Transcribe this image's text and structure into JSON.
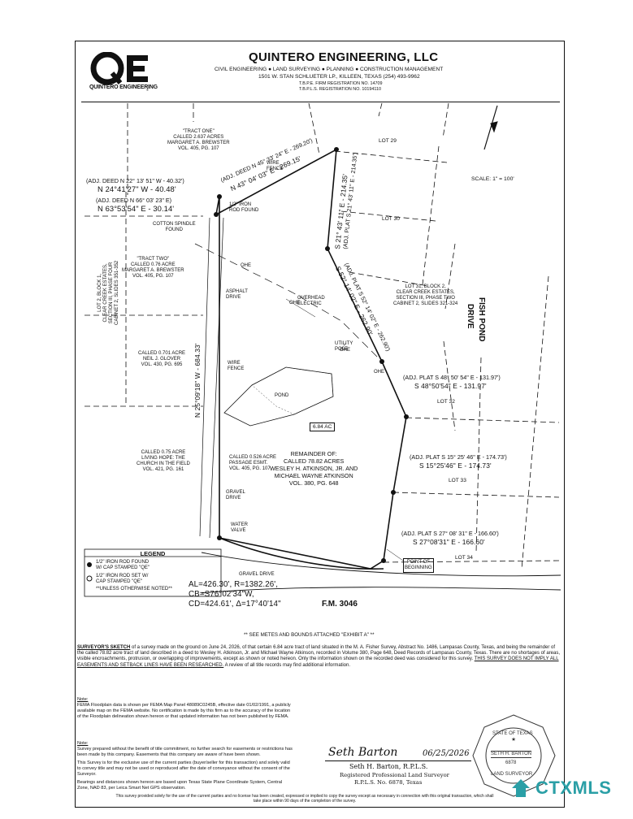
{
  "header": {
    "logo_letters": "QE",
    "logo_sub": "QUINTERO ENGINEERING",
    "company": "QUINTERO ENGINEERING, LLC",
    "services": "CIVIL ENGINEERING ● LAND SURVEYING ● PLANNING ● CONSTRUCTION MANAGEMENT",
    "address": "1501 W. STAN SCHLUETER LP., KILLEEN, TEXAS (254) 493-9962",
    "tbpe": "T.B.P.E. FIRM REGISTRATION NO. 14709",
    "tbpls": "T.B.P.L.S. REGISTRATION NO. 10194110"
  },
  "map": {
    "scale": "SCALE: 1\" = 100'",
    "tract_one": [
      "\"TRACT ONE\"",
      "CALLED 2.637 ACRES",
      "MARGARET A. BREWSTER",
      "VOL. 405, PG. 107"
    ],
    "tract_two": [
      "\"TRACT TWO\"",
      "CALLED 0.76 ACRE",
      "MARGARET A. BREWSTER",
      "VOL. 405, PG. 107"
    ],
    "glover": [
      "CALLED 0.701 ACRE",
      "NEIL J. GLOVER",
      "VOL. 430, PG. 695"
    ],
    "living_hope": [
      "CALLED 0.75 ACRE",
      "LIVING HOPE: THE",
      "CHURCH IN THE FIELD",
      "VOL. 421, PG. 161"
    ],
    "passage": [
      "CALLED 0.526 ACRE",
      "PASSAGE ESMT.",
      "VOL. 405, PG. 107"
    ],
    "lot2": [
      "LOT 2, BLOCK 1,",
      "CLEAR CREEK ESTATES,",
      "SECTION III, PHASE FOUR",
      "CABINET 2, SLIDES 351-352"
    ],
    "lot31": [
      "LOT 31, BLOCK 2,",
      "CLEAR CREEK ESTATES,",
      "SECTION III, PHASE TWO",
      "CABINET 2, SLIDES 321-324"
    ],
    "remainder": [
      "REMAINDER OF:",
      "CALLED 78.82 ACRES",
      "WESLEY H. ATKINSON, JR. AND",
      "MICHAEL WAYNE ATKINSON",
      "VOL. 380, PG. 648"
    ],
    "acreage": "6.84 AC",
    "lots": {
      "lot29": "LOT 29",
      "lot30": "LOT 30",
      "lot32": "LOT 32",
      "lot33": "LOT 33",
      "lot34": "LOT 34"
    },
    "labels": {
      "wire_fence_top": "WIRE\nFENCE",
      "iron_rod": "1/2\" IRON\nROD FOUND",
      "cotton_spindle": "COTTON SPINDLE\nFOUND",
      "asphalt": "ASPHALT\nDRIVE",
      "overhead": "OVERHEAD\nELECTRIC",
      "utility_pole": "UTILITY\nPOLE",
      "wire_fence_mid": "WIRE\nFENCE",
      "pond": "POND",
      "gravel_drive_mid": "GRAVEL\nDRIVE",
      "water_valve": "WATER\nVALVE",
      "gravel_drive_bottom": "GRAVEL DRIVE",
      "point_beginning": "POINT OF\nBEGINNING",
      "ohe": "OHE"
    },
    "bearings": {
      "adj_n22": "(ADJ. DEED N 22° 13' 51\" W - 40.32')",
      "n24": "N 24°41'27\" W - 40.48'",
      "adj_n66": "(ADJ. DEED N 66° 03' 23\" E)",
      "n63": "N 63°53'54\" E - 30.14'",
      "adj_n45": "(ADJ. DEED N 45° 33' 24\" E - 269.20')",
      "n43": "N 43° 04' 03\" E - 269.15'",
      "s21": "S 21° 43' 11\" E - 214.35'",
      "adj_s21": "(ADJ. PLAT S 21° 43' 11\" E - 214.35')",
      "adj_s52": "(ADJ. PLAT S 52° 14' 02\" E - 262.90')",
      "s52": "S 52° 14' 02\" E - 262.90'",
      "adj_s48": "(ADJ. PLAT S 48° 50' 54\" E - 131.97')",
      "s48": "S 48°50'54\" E - 131.97'",
      "adj_s15": "(ADJ. PLAT S 15° 25' 46\" E - 174.73')",
      "s15": "S 15°25'46\" E - 174.73'",
      "adj_s27": "(ADJ. PLAT S 27° 08' 31\" E - 166.60')",
      "s27": "S 27°08'31\" E - 166.60'",
      "n25": "N 25°09'18\" W - 684.33'",
      "curve": [
        "AL=426.30', R=1382.26',",
        "CB=S76°02'34\"W,",
        "CD=424.61', Δ=17°40'14\""
      ]
    },
    "streets": {
      "fish_pond_1": "FISH POND",
      "fish_pond_2": "DRIVE",
      "fm": "F.M. 3046"
    }
  },
  "legend": {
    "title": "LEGEND",
    "found": [
      "1/2\" IRON ROD FOUND",
      "W/ CAP STAMPED \"QE\""
    ],
    "set": [
      "1/2\" IRON ROD SET W/",
      "CAP STAMPED \"QE\""
    ],
    "unless": "**UNLESS OTHERWISE NOTED**"
  },
  "notes": {
    "see_metes": "** SEE METES AND BOUNDS ATTACHED \"EXHIBIT A\" **",
    "sketch_head": "SURVEYOR'S SKETCH",
    "sketch_body": " of a survey made on the ground on June 24, 2026, of that certain 6.84 acre tract of land situated in the M. A. Fisher Survey, Abstract No. 1486, Lampasas County, Texas, and being the remainder of the called 78.82 acre tract of land described in a deed to Wesley H. Atkinson, Jr. and Michael Wayne Atkinson, recorded in Volume 380, Page 648, Deed Records of Lampasas County, Texas. There are no shortages of areas, visible encroachments, protrusion, or overlapping of improvements, except as shown or noted hereon. Only the information shown on the recorded deed was considered for this survey.",
    "sketch_under": "THIS SURVEY DOES NOT IMPLY ALL EASEMENTS AND SETBACK LINES HAVE BEEN RESEARCHED.",
    "sketch_tail": " A review of all title records may find additional information.",
    "note1_head": "Note:",
    "note1": "FEMA Floodplain data is shown per FEMA Map Panel 48089C0245B, effective date 01/02/1991, a publicly available map on the FEMA website. No certification is made by this firm as to the accuracy of the location of the Floodplain delineation shown hereon or that updated information has not been published by FEMA.",
    "note2_head": "Note:",
    "note2a": "Survey prepared without the benefit of title commitment, no further search for easements or restrictions has been made by this company. Easements that this company are aware of have been shown.",
    "note2b": "This Survey is for the exclusive use of the current parties (buyer/seller for this transaction) and solely valid to convey title and may not be used or reproduced after the date of conveyance without the consent of the Surveyor.",
    "note2c": "Bearings and distances shown hereon are based upon Texas State Plane Coordinate System, Central Zone, NAD 83, per Leica Smart Net GPS observation.",
    "footer": "This survey provided solely for the use of the current parties and no license has been created, expressed or implied to copy the survey except as necessary in connection with this original transaction, which shall take place within 90 days of the completion of the survey."
  },
  "signature": {
    "sig": "Seth Barton",
    "date": "06/25/2026",
    "name": "Seth H. Barton, R.P.L.S.",
    "title": "Registered Professional Land Surveyor",
    "reg": "R.P.L.S. No. 6878, Texas"
  },
  "seal": {
    "top": "STATE OF TEXAS",
    "name": "SETH H. BARTON",
    "num": "6878",
    "bottom": "LAND SURVEYOR"
  },
  "watermark": {
    "brand": "CTXMLS"
  },
  "colors": {
    "ink": "#111111",
    "brand_teal": "#2a9fa6"
  }
}
